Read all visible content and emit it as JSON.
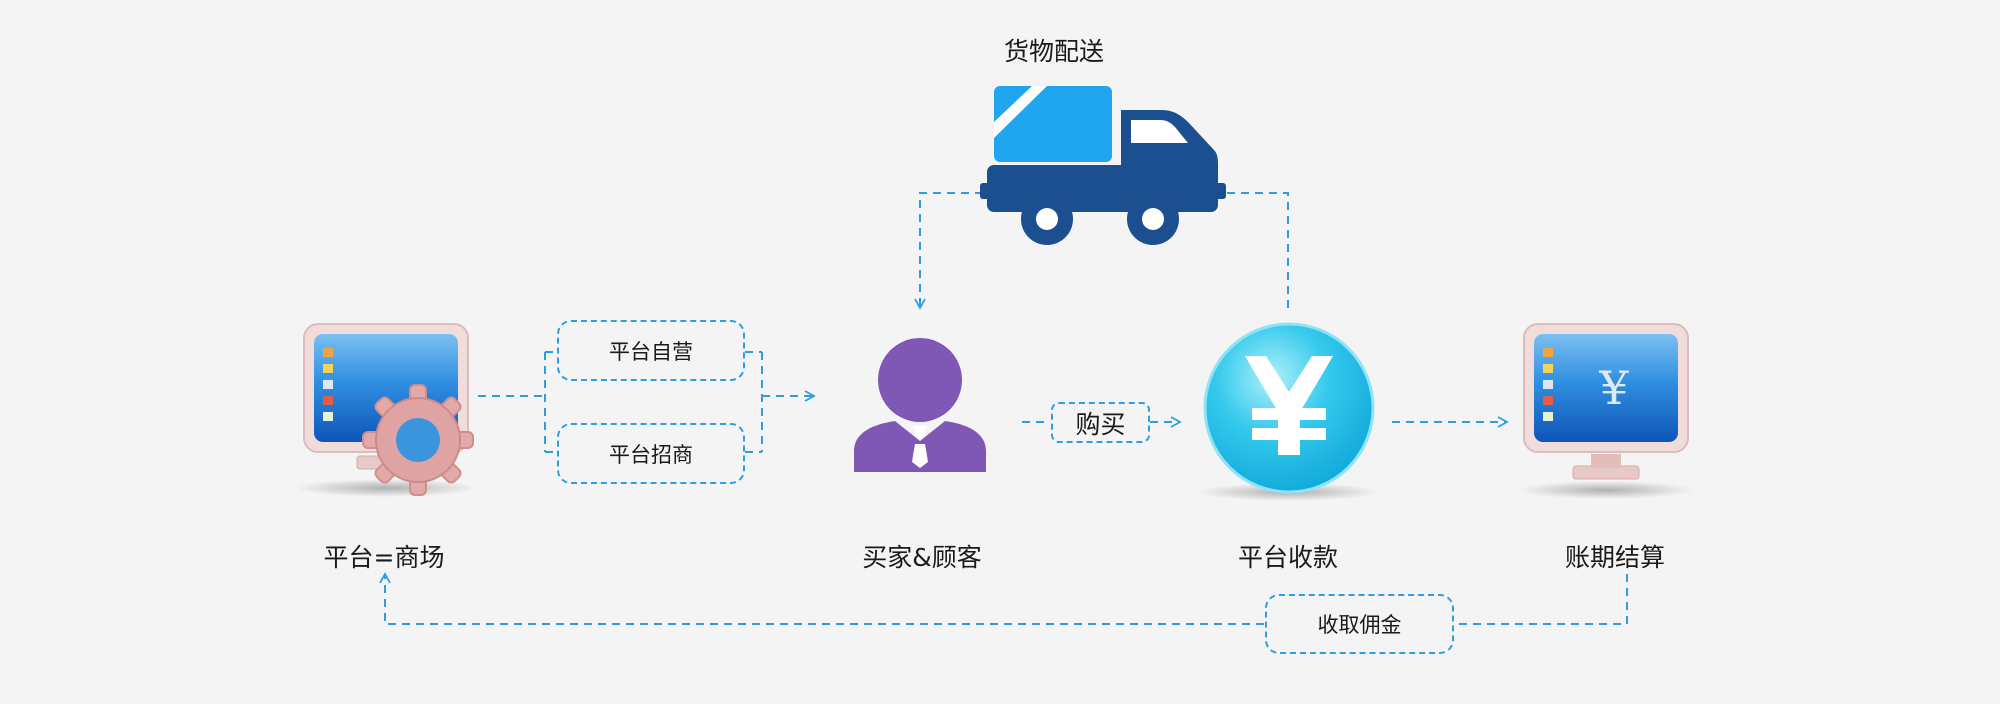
{
  "diagram": {
    "title": "货物配送",
    "nodes": {
      "platform": {
        "label": "平台=商场",
        "icon": "computer-gear-icon"
      },
      "buyer": {
        "label": "买家&顾客",
        "icon": "person-icon"
      },
      "payment": {
        "label": "平台收款",
        "icon": "yen-coin-icon"
      },
      "settlement": {
        "label": "账期结算",
        "icon": "computer-yen-icon",
        "screen_symbol": "¥"
      },
      "delivery": {
        "icon": "delivery-truck-icon"
      }
    },
    "boxes": {
      "self_run": "平台自营",
      "merchants": "平台招商",
      "purchase": "购买",
      "commission": "收取佣金"
    },
    "colors": {
      "connector": "#2e9ee0",
      "person": "#7f58b6",
      "coin": "#1fb8e3",
      "truck_body": "#1c4f8f",
      "truck_cargo": "#1fa6ee",
      "screen": "#1f7fd6"
    }
  }
}
